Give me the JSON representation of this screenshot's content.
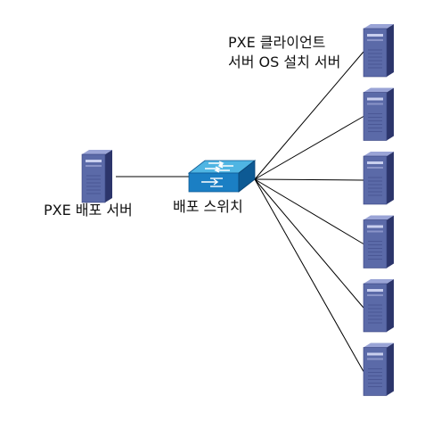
{
  "labels": {
    "pxe_server": "PXE 배포 서버",
    "switch": "배포 스위치",
    "clients_line1": "PXE 클라이언트",
    "clients_line2": "서버 OS 설치 서버"
  },
  "colors": {
    "server_front": "#5b6aa8",
    "server_side": "#2c356b",
    "server_top": "#9aa4d6",
    "switch_top": "#4fb5e3",
    "switch_front": "#1b7fc4",
    "switch_side": "#0d5a94",
    "link": "#000000"
  },
  "icons": {
    "pxe_server": "tower-server-icon",
    "switch": "network-switch-icon",
    "clients": "tower-server-icon"
  },
  "client_count": 6
}
